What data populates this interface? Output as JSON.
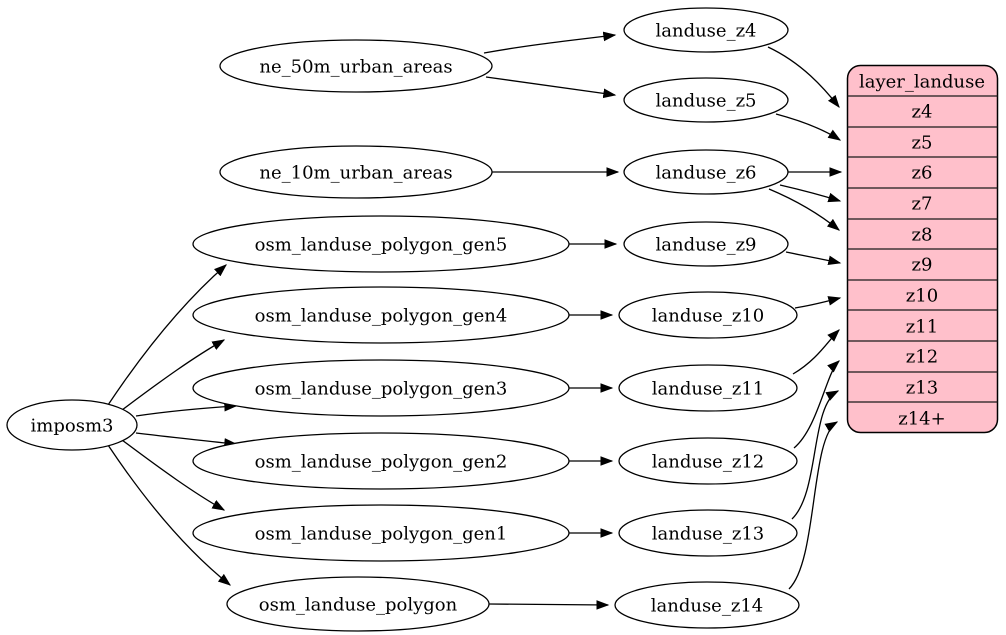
{
  "diagram": {
    "type": "graphviz-digraph",
    "background": "#ffffff",
    "node_fill": "#ffffff",
    "node_stroke": "#000000",
    "edge_color": "#000000",
    "record_fill": "#ffc0cb",
    "text_color": "#000000"
  },
  "nodes": {
    "imposm3": {
      "label": "imposm3"
    },
    "ne_50m_urban_areas": {
      "label": "ne_50m_urban_areas"
    },
    "ne_10m_urban_areas": {
      "label": "ne_10m_urban_areas"
    },
    "osm_landuse_polygon_gen5": {
      "label": "osm_landuse_polygon_gen5"
    },
    "osm_landuse_polygon_gen4": {
      "label": "osm_landuse_polygon_gen4"
    },
    "osm_landuse_polygon_gen3": {
      "label": "osm_landuse_polygon_gen3"
    },
    "osm_landuse_polygon_gen2": {
      "label": "osm_landuse_polygon_gen2"
    },
    "osm_landuse_polygon_gen1": {
      "label": "osm_landuse_polygon_gen1"
    },
    "osm_landuse_polygon": {
      "label": "osm_landuse_polygon"
    },
    "landuse_z4": {
      "label": "landuse_z4"
    },
    "landuse_z5": {
      "label": "landuse_z5"
    },
    "landuse_z6": {
      "label": "landuse_z6"
    },
    "landuse_z9": {
      "label": "landuse_z9"
    },
    "landuse_z10": {
      "label": "landuse_z10"
    },
    "landuse_z11": {
      "label": "landuse_z11"
    },
    "landuse_z12": {
      "label": "landuse_z12"
    },
    "landuse_z13": {
      "label": "landuse_z13"
    },
    "landuse_z14": {
      "label": "landuse_z14"
    }
  },
  "record": {
    "title": "layer_landuse",
    "rows": [
      "z4",
      "z5",
      "z6",
      "z7",
      "z8",
      "z9",
      "z10",
      "z11",
      "z12",
      "z13",
      "z14+"
    ]
  },
  "edges": [
    {
      "from": "imposm3",
      "to": "osm_landuse_polygon_gen5"
    },
    {
      "from": "imposm3",
      "to": "osm_landuse_polygon_gen4"
    },
    {
      "from": "imposm3",
      "to": "osm_landuse_polygon_gen3"
    },
    {
      "from": "imposm3",
      "to": "osm_landuse_polygon_gen2"
    },
    {
      "from": "imposm3",
      "to": "osm_landuse_polygon_gen1"
    },
    {
      "from": "imposm3",
      "to": "osm_landuse_polygon"
    },
    {
      "from": "ne_50m_urban_areas",
      "to": "landuse_z4"
    },
    {
      "from": "ne_50m_urban_areas",
      "to": "landuse_z5"
    },
    {
      "from": "ne_10m_urban_areas",
      "to": "landuse_z6"
    },
    {
      "from": "osm_landuse_polygon_gen5",
      "to": "landuse_z9"
    },
    {
      "from": "osm_landuse_polygon_gen4",
      "to": "landuse_z10"
    },
    {
      "from": "osm_landuse_polygon_gen3",
      "to": "landuse_z11"
    },
    {
      "from": "osm_landuse_polygon_gen2",
      "to": "landuse_z12"
    },
    {
      "from": "osm_landuse_polygon_gen1",
      "to": "landuse_z13"
    },
    {
      "from": "osm_landuse_polygon",
      "to": "landuse_z14"
    },
    {
      "from": "landuse_z4",
      "to": "layer_landuse:z4"
    },
    {
      "from": "landuse_z5",
      "to": "layer_landuse:z5"
    },
    {
      "from": "landuse_z6",
      "to": "layer_landuse:z6"
    },
    {
      "from": "landuse_z6",
      "to": "layer_landuse:z7"
    },
    {
      "from": "landuse_z6",
      "to": "layer_landuse:z8"
    },
    {
      "from": "landuse_z9",
      "to": "layer_landuse:z9"
    },
    {
      "from": "landuse_z10",
      "to": "layer_landuse:z10"
    },
    {
      "from": "landuse_z11",
      "to": "layer_landuse:z11"
    },
    {
      "from": "landuse_z12",
      "to": "layer_landuse:z12"
    },
    {
      "from": "landuse_z13",
      "to": "layer_landuse:z13"
    },
    {
      "from": "landuse_z14",
      "to": "layer_landuse:z14+"
    }
  ]
}
